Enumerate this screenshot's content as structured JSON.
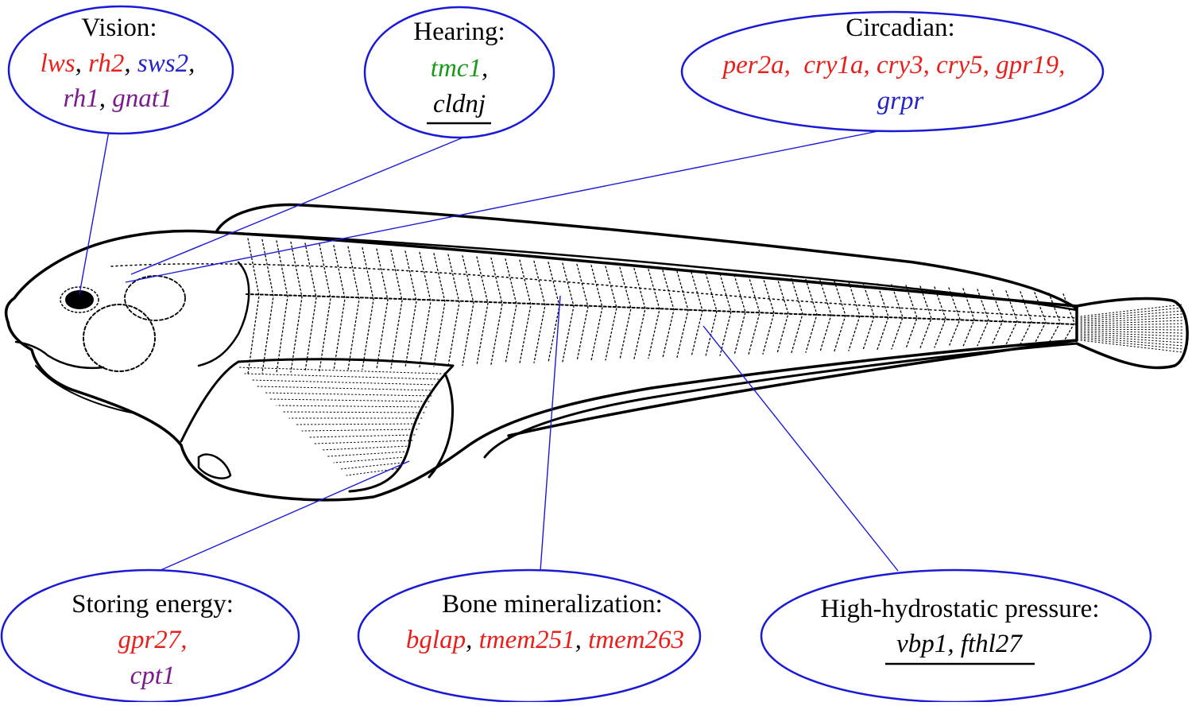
{
  "colors": {
    "ellipse": "#1a1ad6",
    "leader": "#1a1ad6",
    "red": "#e8201c",
    "blue": "#2424c8",
    "purple": "#7a1a8c",
    "green": "#1a9a1a",
    "black": "#000000"
  },
  "boxes": {
    "vision": {
      "title": "Vision:",
      "line1": [
        {
          "t": "lws",
          "c": "red"
        },
        {
          "t": ", ",
          "c": "black"
        },
        {
          "t": "rh2",
          "c": "red"
        },
        {
          "t": ", ",
          "c": "black"
        },
        {
          "t": "sws2",
          "c": "blue"
        },
        {
          "t": ",",
          "c": "black"
        }
      ],
      "line2": [
        {
          "t": "rh1",
          "c": "purple"
        },
        {
          "t": ", ",
          "c": "black"
        },
        {
          "t": "gnat1",
          "c": "purple"
        }
      ]
    },
    "hearing": {
      "title": "Hearing:",
      "line1": [
        {
          "t": "tmc1",
          "c": "green"
        },
        {
          "t": ",",
          "c": "black"
        }
      ],
      "line2": [
        {
          "t": "cldnj",
          "c": "black"
        }
      ]
    },
    "circadian": {
      "title": "Circadian:",
      "line1": [
        {
          "t": "per2a",
          "c": "red"
        },
        {
          "t": ",  ",
          "c": "red"
        },
        {
          "t": "cry1a",
          "c": "red"
        },
        {
          "t": ", ",
          "c": "red"
        },
        {
          "t": "cry3",
          "c": "red"
        },
        {
          "t": ", ",
          "c": "red"
        },
        {
          "t": "cry5",
          "c": "red"
        },
        {
          "t": ", ",
          "c": "red"
        },
        {
          "t": "gpr19",
          "c": "red"
        },
        {
          "t": ",",
          "c": "red"
        }
      ],
      "line2": [
        {
          "t": "grpr",
          "c": "blue"
        }
      ]
    },
    "storing": {
      "title": "Storing energy:",
      "line1": [
        {
          "t": "gpr27",
          "c": "red"
        },
        {
          "t": ",",
          "c": "red"
        }
      ],
      "line2": [
        {
          "t": "cpt1",
          "c": "purple"
        }
      ]
    },
    "bone": {
      "title": "Bone mineralization:",
      "line1": [
        {
          "t": "bglap",
          "c": "red"
        },
        {
          "t": ", ",
          "c": "black"
        },
        {
          "t": "tmem251",
          "c": "red"
        },
        {
          "t": ", ",
          "c": "black"
        },
        {
          "t": "tmem263",
          "c": "red"
        }
      ]
    },
    "pressure": {
      "title": "High-hydrostatic pressure:",
      "line1": [
        {
          "t": "vbp1",
          "c": "black"
        },
        {
          "t": ", ",
          "c": "black"
        },
        {
          "t": "fthl27",
          "c": "black"
        }
      ]
    }
  }
}
